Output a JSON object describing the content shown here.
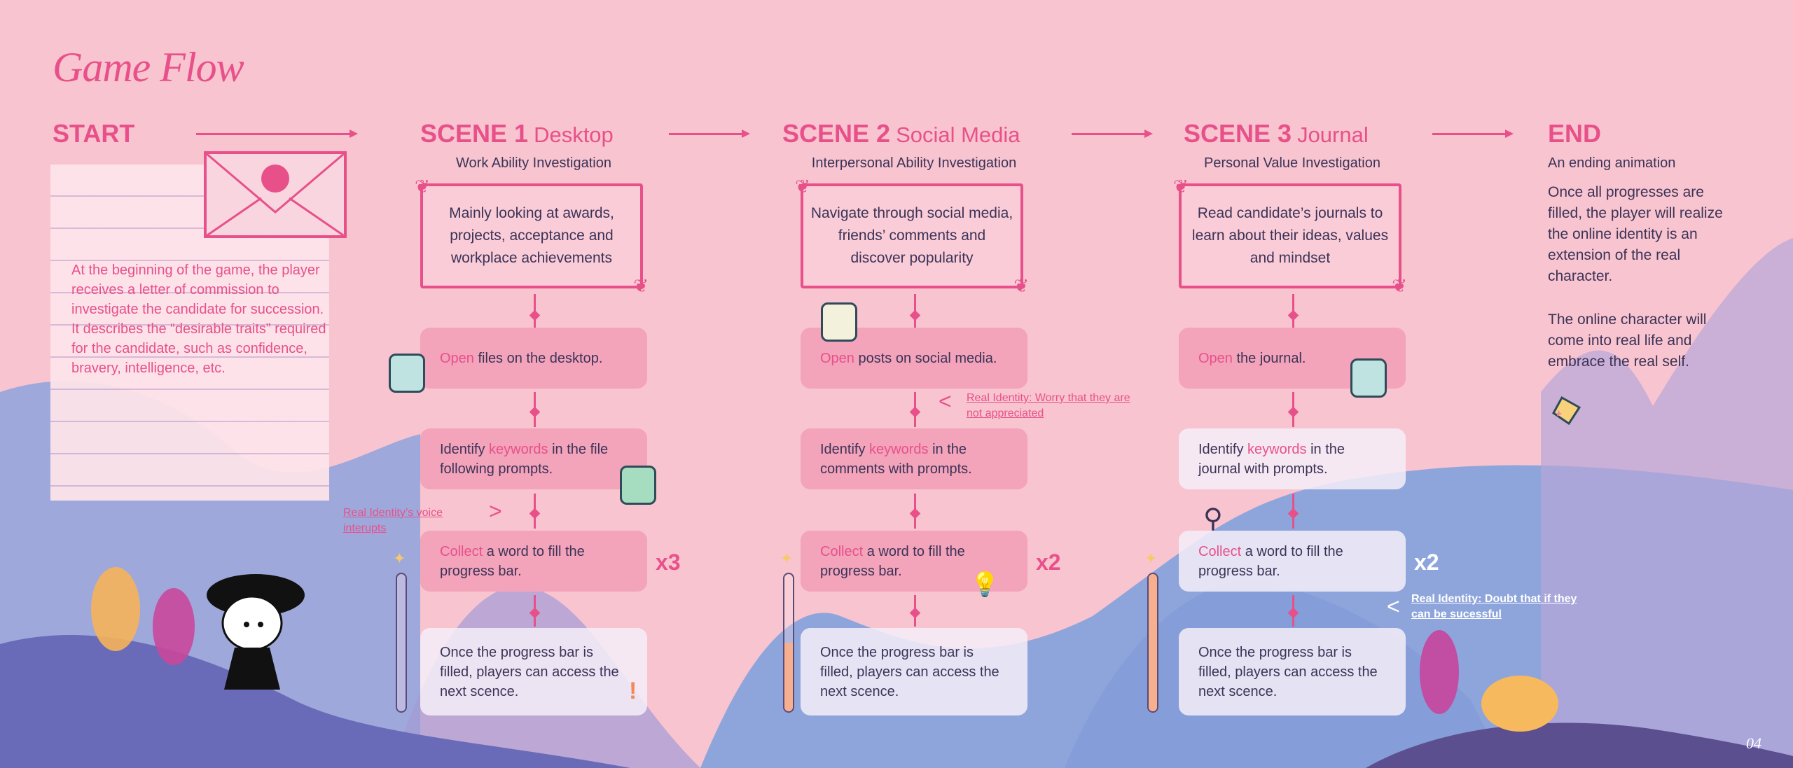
{
  "title": "Game Flow",
  "page_number": "04",
  "start": {
    "heading": "START",
    "description": "At the beginning of the game, the player receives a letter of commission to investigate the candidate for succession. It describes the “desirable traits” required for the candidate, such as confidence, bravery, intelligence, etc."
  },
  "scenes": [
    {
      "label": "SCENE 1",
      "name": "Desktop",
      "subtitle": "Work Ability Investigation",
      "summary": "Mainly looking at awards, projects, acceptance and workplace achievements",
      "steps": [
        {
          "kw": "Open",
          "pre": "",
          "post": " files on the desktop."
        },
        {
          "pre": "Identify ",
          "kw": "keywords",
          "post": " in the file following prompts."
        },
        {
          "kw": "Collect",
          "pre": "",
          "post": " a word to fill the progress bar."
        },
        {
          "pre": "Once the progress bar is filled, players can access the next scence.",
          "kw": "",
          "post": ""
        }
      ],
      "multiplier": "x3",
      "progress": 0,
      "note": "Real Identity’s voice interupts",
      "note_chevron": ">"
    },
    {
      "label": "SCENE 2",
      "name": "Social Media",
      "subtitle": "Interpersonal Ability Investigation",
      "summary": "Navigate through social media, friends’ comments and discover popularity",
      "steps": [
        {
          "kw": "Open",
          "pre": "",
          "post": " posts on social media."
        },
        {
          "pre": "Identify ",
          "kw": "keywords",
          "post": " in the comments with prompts."
        },
        {
          "kw": "Collect",
          "pre": "",
          "post": " a word to fill the progress bar."
        },
        {
          "pre": "Once the progress bar is filled, players can access the next scence.",
          "kw": "",
          "post": ""
        }
      ],
      "multiplier": "x2",
      "progress": 0.5,
      "note": "Real Identity: Worry that they are not appreciated",
      "note_chevron": "<"
    },
    {
      "label": "SCENE 3",
      "name": "Journal",
      "subtitle": "Personal Value Investigation",
      "summary": "Read candidate’s journals to learn about their ideas, values and mindset",
      "steps": [
        {
          "kw": "Open",
          "pre": "",
          "post": " the journal."
        },
        {
          "pre": "Identify ",
          "kw": "keywords",
          "post": " in the journal with prompts."
        },
        {
          "kw": "Collect",
          "pre": "",
          "post": " a word to fill the progress bar."
        },
        {
          "pre": "Once the progress bar is filled, players can access the next scence.",
          "kw": "",
          "post": ""
        }
      ],
      "multiplier": "x2",
      "progress": 1,
      "note": "Real Identity: Doubt that if they can be sucessful",
      "note_chevron": "<"
    }
  ],
  "end": {
    "heading": "END",
    "subtitle": "An ending animation",
    "paragraph1": "Once all progresses are filled, the player will realize the online identity is an extension of the real character.",
    "paragraph2": "The online character will come into real life and embrace the real self."
  },
  "colors": {
    "accent": "#e8508a",
    "background": "#f8c4cf",
    "text": "#3b3357",
    "progress_fill": "#f7b08f"
  }
}
